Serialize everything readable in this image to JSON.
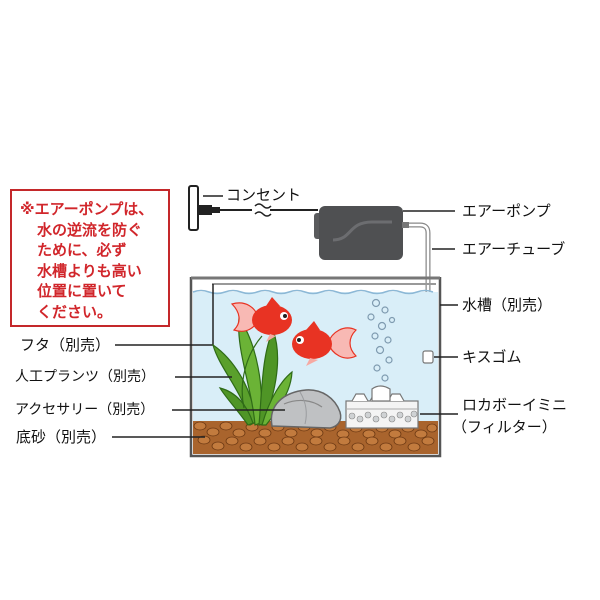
{
  "note": {
    "lines": [
      "※エアーポンプは、",
      "水の逆流を防ぐ",
      "ために、必ず",
      "水槽よりも高い",
      "位置に置いて",
      "ください。"
    ]
  },
  "labels": {
    "outlet": "コンセント",
    "air_pump": "エアーポンプ",
    "air_tube": "エアーチューブ",
    "tank": "水槽（別売）",
    "suction_cup": "キスゴム",
    "filter_line1": "ロカボーイミニ",
    "filter_line2": "（フィルター）",
    "lid": "フタ（別売）",
    "plants": "人工プランツ（別売）",
    "accessory": "アクセサリー（別売）",
    "gravel": "底砂（別売）"
  },
  "colors": {
    "note_border": "#c4282a",
    "note_text": "#d1262b",
    "water": "#d9eef8",
    "pump": "#4f5052",
    "fish": "#e83323",
    "plant": "#5aa02c"
  }
}
